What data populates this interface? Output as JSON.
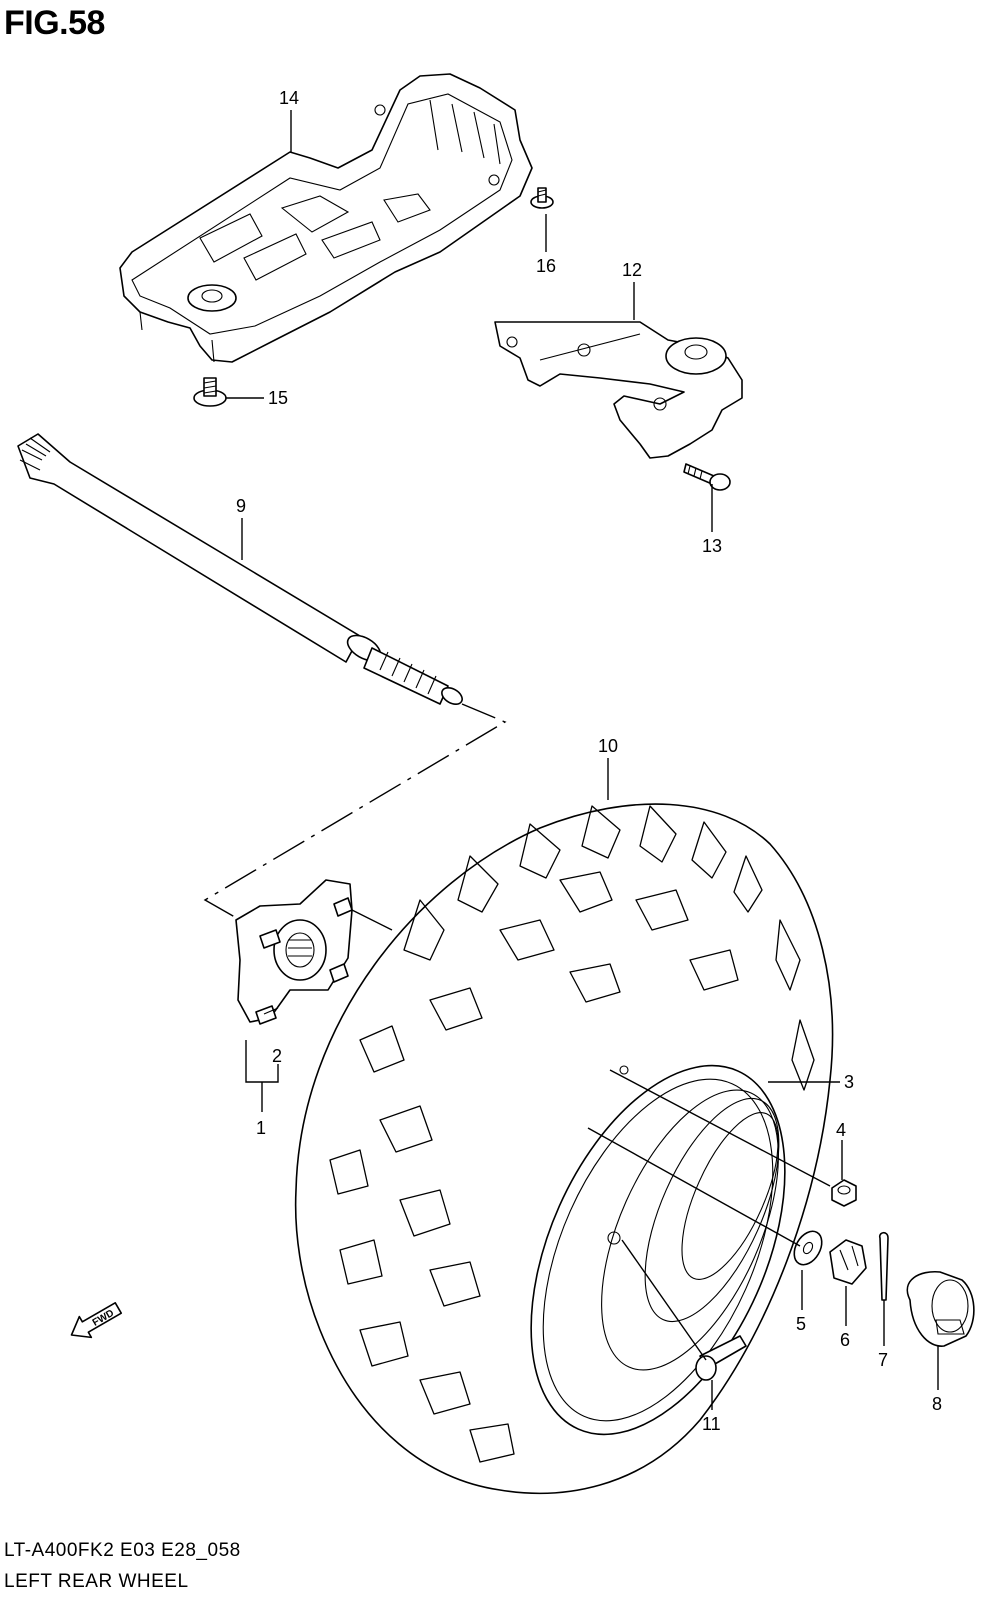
{
  "figure": {
    "title": "FIG.58",
    "model_code": "LT-A400FK2 E03 E28_058",
    "section_title": "LEFT REAR WHEEL",
    "fwd_label": "FWD"
  },
  "callouts": [
    {
      "id": "1",
      "label": "1"
    },
    {
      "id": "2",
      "label": "2"
    },
    {
      "id": "3",
      "label": "3"
    },
    {
      "id": "4",
      "label": "4"
    },
    {
      "id": "5",
      "label": "5"
    },
    {
      "id": "6",
      "label": "6"
    },
    {
      "id": "7",
      "label": "7"
    },
    {
      "id": "8",
      "label": "8"
    },
    {
      "id": "9",
      "label": "9"
    },
    {
      "id": "10",
      "label": "10"
    },
    {
      "id": "11",
      "label": "11"
    },
    {
      "id": "12",
      "label": "12"
    },
    {
      "id": "13",
      "label": "13"
    },
    {
      "id": "14",
      "label": "14"
    },
    {
      "id": "15",
      "label": "15"
    },
    {
      "id": "16",
      "label": "16"
    }
  ]
}
